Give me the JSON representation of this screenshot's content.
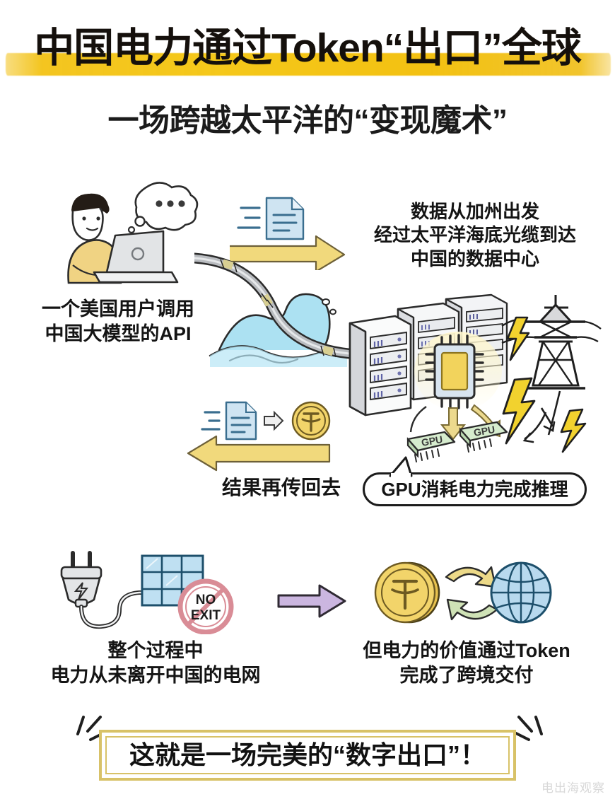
{
  "poster": {
    "title": "中国电力通过Token“出口”全球",
    "subtitle": "一场跨越太平洋的“变现魔术”",
    "watermark": "电出海观察"
  },
  "sections": {
    "user": {
      "caption": "一个美国用户调用\n中国大模型的API",
      "icons": [
        "person-laptop-icon",
        "thought-bubble-icon",
        "document-icon",
        "arrow-right-gold-icon"
      ]
    },
    "datapath": {
      "caption": "数据从加州出发\n经过太平洋海底光缆到达\n中国的数据中心",
      "icons": [
        "ocean-wave-icon",
        "undersea-cable-icon"
      ]
    },
    "datacenter": {
      "icons": [
        "server-rack-icon",
        "cpu-chip-icon",
        "gpu-chip-icon",
        "power-tower-icon",
        "lightning-bolt-icon"
      ],
      "gpu_label": "GPU"
    },
    "speech": {
      "text": "GPU消耗电力完成推理"
    },
    "return": {
      "caption": "结果再传回去",
      "icons": [
        "document-icon",
        "token-coin-icon",
        "arrow-left-gold-icon"
      ]
    },
    "grid": {
      "caption": "整个过程中\n电力从未离开中国的电网",
      "no_exit_label": "NO\nEXIT",
      "icons": [
        "power-plug-icon",
        "solar-panel-icon",
        "no-exit-sign-icon"
      ]
    },
    "token": {
      "caption_line1_prefix": "但电力的价值通过",
      "caption_line1_suffix": "Token",
      "caption_line2": "完成了跨境交付",
      "icons": [
        "token-coin-icon",
        "globe-icon",
        "cycle-arrows-icon",
        "arrow-right-purple-icon"
      ]
    }
  },
  "conclusion": {
    "prefix": "这就是一场完美的“",
    "highlight": "数字出口",
    "suffix": "”！"
  },
  "colors": {
    "title_highlight": "#f2c118",
    "gold": "#f1d97c",
    "caption_highlight": "#f7df78",
    "blue_doc": "#cfe4f2",
    "green_gpu": "#cfe8c6",
    "purple_arrow": "#cbb6e0",
    "red_sign": "#d98c96",
    "text": "#141414",
    "border_gold": "#d8c268"
  }
}
